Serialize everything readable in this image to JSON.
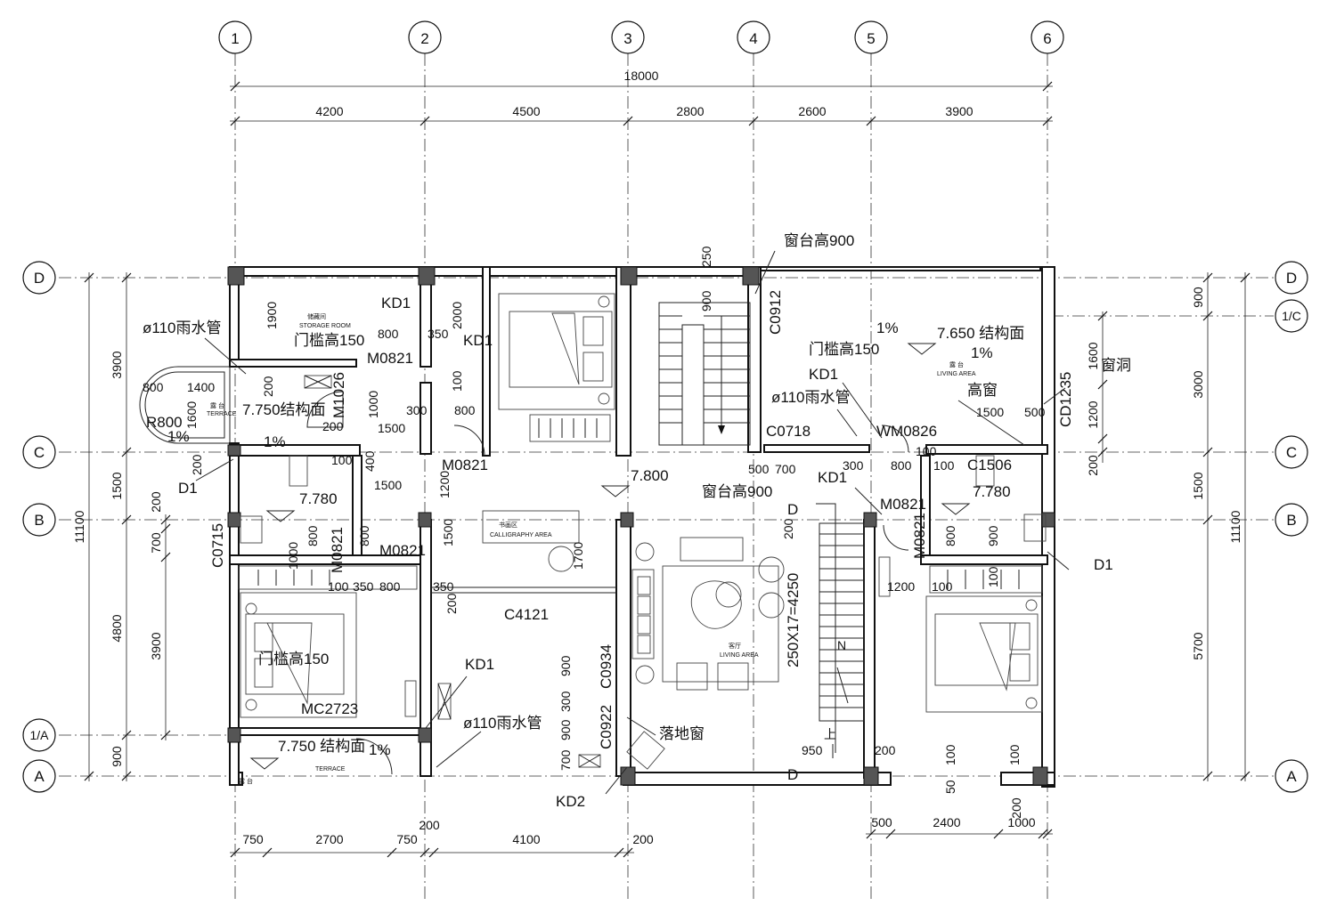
{
  "grid": {
    "vertical": [
      "1",
      "2",
      "3",
      "4",
      "5",
      "6"
    ],
    "horizontal": [
      "D",
      "C",
      "B",
      "A"
    ],
    "sub": [
      "1/C",
      "1/A"
    ]
  },
  "dims_top": {
    "overall": "18000",
    "segments": [
      "4200",
      "4500",
      "2800",
      "2600",
      "3900"
    ]
  },
  "dims_bottom": {
    "left": [
      "750",
      "2700",
      "750",
      "200",
      "4100",
      "200"
    ],
    "right": [
      "500",
      "2400",
      "1000",
      "200"
    ]
  },
  "dims_left": {
    "overall": "11100",
    "outer": [
      "3900",
      "1500",
      "4800",
      "900"
    ],
    "inner": [
      "200",
      "700",
      "3900"
    ]
  },
  "dims_right": {
    "overall": "11100",
    "outer": [
      "900",
      "3000",
      "1500",
      "5700"
    ],
    "inner": [
      "1600",
      "1200",
      "200"
    ]
  },
  "labels": {
    "storage_cn": "储藏间",
    "storage_en": "STORAGE ROOM",
    "terrace_cn": "露 台",
    "terrace_en": "TERRACE",
    "calligraphy_cn": "书画区",
    "calligraphy_en": "CALLIGRAPHY AREA",
    "living_cn": "客厅",
    "living_en": "LIVING AREA",
    "living2_cn": "露 台",
    "living2_en": "LIVING AREA",
    "kd1": "KD1",
    "kd2": "KD2",
    "d1": "D1",
    "pipe": "ø110雨水管",
    "threshold": "门槛高150",
    "sill": "窗台高900",
    "struct_7750": "7.750结构面",
    "struct_7750b": "7.750 结构面",
    "struct_7650": "7.650 结构面",
    "lvl_7780": "7.780",
    "lvl_7800": "7.800",
    "slope": "1%",
    "r800": "R800",
    "m1026": "M1026",
    "m0821": "M0821",
    "mc2723": "MC2723",
    "c0912": "C0912",
    "c0718": "C0718",
    "c0715": "C0715",
    "c4121": "C4121",
    "c0934": "C0934",
    "c0922": "C0922",
    "c1506": "C1506",
    "cd1235": "CD1235",
    "wm0826": "WM0826",
    "gaochuang": "高窗",
    "chuangdong": "窗洞",
    "luodichuang": "落地窗",
    "stairs": "250X17=4250",
    "up": "上",
    "n": "N",
    "d": "D"
  },
  "dim_numbers": {
    "n1900": "1900",
    "n2000": "2000",
    "n800": "800",
    "n350": "350",
    "n1400": "1400",
    "n1600": "1600",
    "n200": "200",
    "n100": "100",
    "n1000": "1000",
    "n300": "300",
    "n1500": "1500",
    "n400": "400",
    "n1200": "1200",
    "n250": "250",
    "n900": "900",
    "n700": "700",
    "n500": "500",
    "n950": "950",
    "n50": "50",
    "n1700": "1700"
  }
}
